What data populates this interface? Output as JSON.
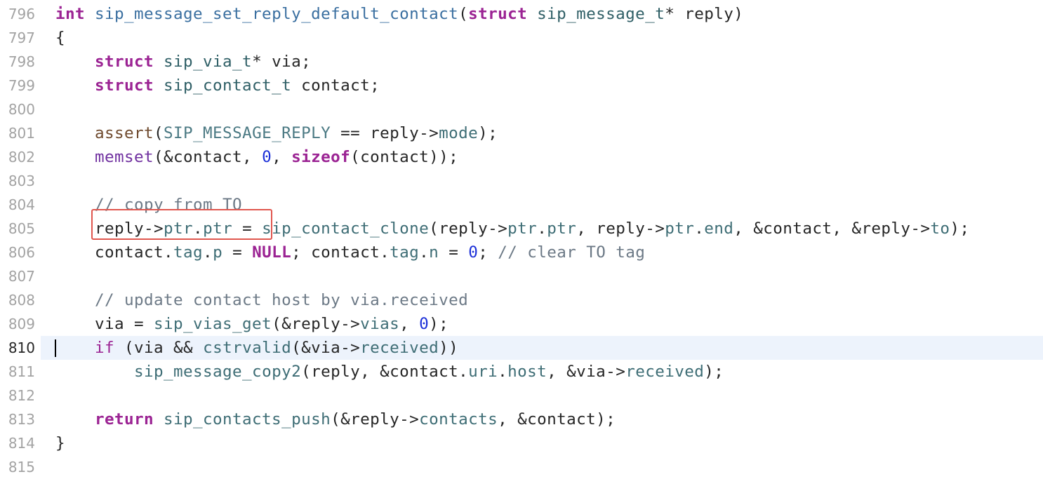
{
  "editor": {
    "highlight_color": "#e0564e",
    "current_line_bg": "#edf3fc",
    "current_line": "810",
    "lines": [
      {
        "n": "796",
        "t": [
          [
            "kw",
            "int"
          ],
          [
            "",
            ""
          ],
          [
            "fn-decl",
            " sip_message_set_reply_default_contact"
          ],
          [
            "",
            "("
          ],
          [
            "kw",
            "struct"
          ],
          [
            "type",
            " sip_message_t"
          ],
          [
            "",
            "* reply)"
          ]
        ]
      },
      {
        "n": "797",
        "t": [
          [
            "",
            "{"
          ]
        ]
      },
      {
        "n": "798",
        "t": [
          [
            "",
            "    "
          ],
          [
            "kw",
            "struct"
          ],
          [
            "type",
            " sip_via_t"
          ],
          [
            "",
            "* via;"
          ]
        ]
      },
      {
        "n": "799",
        "t": [
          [
            "",
            "    "
          ],
          [
            "kw",
            "struct"
          ],
          [
            "type",
            " sip_contact_t"
          ],
          [
            "",
            " contact;"
          ]
        ]
      },
      {
        "n": "800",
        "t": []
      },
      {
        "n": "801",
        "t": [
          [
            "",
            "    "
          ],
          [
            "lib",
            "assert"
          ],
          [
            "",
            "("
          ],
          [
            "macro",
            "SIP_MESSAGE_REPLY"
          ],
          [
            "",
            " == reply->"
          ],
          [
            "mem",
            "mode"
          ],
          [
            "",
            ");"
          ]
        ]
      },
      {
        "n": "802",
        "t": [
          [
            "",
            "    "
          ],
          [
            "libfn",
            "memset"
          ],
          [
            "",
            "(&contact, "
          ],
          [
            "num",
            "0"
          ],
          [
            "",
            ", "
          ],
          [
            "kw",
            "sizeof"
          ],
          [
            "",
            "(contact));"
          ]
        ]
      },
      {
        "n": "803",
        "t": []
      },
      {
        "n": "804",
        "t": [
          [
            "",
            "    "
          ],
          [
            "cmt",
            "// copy from TO"
          ]
        ]
      },
      {
        "n": "805",
        "t": [
          [
            "",
            "    reply->"
          ],
          [
            "mem",
            "ptr"
          ],
          [
            "",
            "."
          ],
          [
            "mem",
            "ptr"
          ],
          [
            "",
            " = "
          ],
          [
            "fn",
            "sip_contact_clone"
          ],
          [
            "",
            "(reply->"
          ],
          [
            "mem",
            "ptr"
          ],
          [
            "",
            "."
          ],
          [
            "mem",
            "ptr"
          ],
          [
            "",
            ", reply->"
          ],
          [
            "mem",
            "ptr"
          ],
          [
            "",
            "."
          ],
          [
            "mem",
            "end"
          ],
          [
            "",
            ", &contact, &reply->"
          ],
          [
            "mem",
            "to"
          ],
          [
            "",
            ");"
          ]
        ]
      },
      {
        "n": "806",
        "t": [
          [
            "",
            "    contact."
          ],
          [
            "mem",
            "tag"
          ],
          [
            "",
            "."
          ],
          [
            "mem",
            "p"
          ],
          [
            "",
            " = "
          ],
          [
            "kw",
            "NULL"
          ],
          [
            "",
            "; contact."
          ],
          [
            "mem",
            "tag"
          ],
          [
            "",
            "."
          ],
          [
            "mem",
            "n"
          ],
          [
            "",
            " = "
          ],
          [
            "num",
            "0"
          ],
          [
            "",
            "; "
          ],
          [
            "cmt",
            "// clear TO tag"
          ]
        ]
      },
      {
        "n": "807",
        "t": []
      },
      {
        "n": "808",
        "t": [
          [
            "",
            "    "
          ],
          [
            "cmt",
            "// update contact host by via.received"
          ]
        ]
      },
      {
        "n": "809",
        "t": [
          [
            "",
            "    via = "
          ],
          [
            "fn",
            "sip_vias_get"
          ],
          [
            "",
            "(&reply->"
          ],
          [
            "mem",
            "vias"
          ],
          [
            "",
            ", "
          ],
          [
            "num",
            "0"
          ],
          [
            "",
            ");"
          ]
        ]
      },
      {
        "n": "810",
        "t": [
          [
            "",
            "    "
          ],
          [
            "kw2",
            "if"
          ],
          [
            "",
            " (via && "
          ],
          [
            "fn",
            "cstrvalid"
          ],
          [
            "",
            "(&via->"
          ],
          [
            "mem",
            "received"
          ],
          [
            "",
            "))"
          ]
        ]
      },
      {
        "n": "811",
        "t": [
          [
            "",
            "        "
          ],
          [
            "fn",
            "sip_message_copy2"
          ],
          [
            "",
            "(reply, &contact."
          ],
          [
            "mem",
            "uri"
          ],
          [
            "",
            "."
          ],
          [
            "mem",
            "host"
          ],
          [
            "",
            ", &via->"
          ],
          [
            "mem",
            "received"
          ],
          [
            "",
            ");"
          ]
        ]
      },
      {
        "n": "812",
        "t": []
      },
      {
        "n": "813",
        "t": [
          [
            "",
            "    "
          ],
          [
            "kw",
            "return"
          ],
          [
            "fn",
            " sip_contacts_push"
          ],
          [
            "",
            "(&reply->"
          ],
          [
            "mem",
            "contacts"
          ],
          [
            "",
            ", &contact);"
          ]
        ]
      },
      {
        "n": "814",
        "t": [
          [
            "",
            "}"
          ]
        ]
      },
      {
        "n": "815",
        "t": []
      }
    ]
  }
}
